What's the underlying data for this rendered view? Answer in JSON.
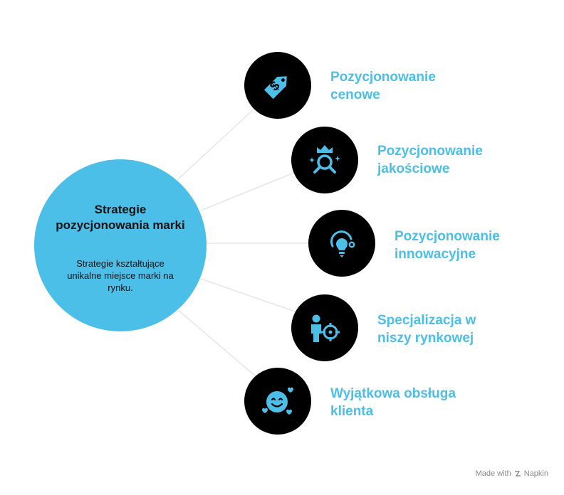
{
  "center": {
    "title_line1": "Strategie",
    "title_line2": "pozycjonowania marki",
    "description": "Strategie kształtujące unikalne miejsce marki na rynku."
  },
  "items": [
    {
      "label": "Pozycjonowanie\ncenowe",
      "icon": "price-tag-dollar-icon"
    },
    {
      "label": "Pozycjonowanie\njakościowe",
      "icon": "crown-magnifier-icon"
    },
    {
      "label": "Pozycjonowanie\ninnowacyjne",
      "icon": "lightbulb-gauge-icon"
    },
    {
      "label": "Specjalizacja w\nniszy rynkowej",
      "icon": "person-target-icon"
    },
    {
      "label": "Wyjątkowa obsługa\nklienta",
      "icon": "smiley-hearts-icon"
    }
  ],
  "footer": {
    "made_with": "Made with",
    "brand": "Napkin"
  },
  "colors": {
    "accent": "#4bbfe8",
    "node": "#000000",
    "text": "#111111"
  }
}
